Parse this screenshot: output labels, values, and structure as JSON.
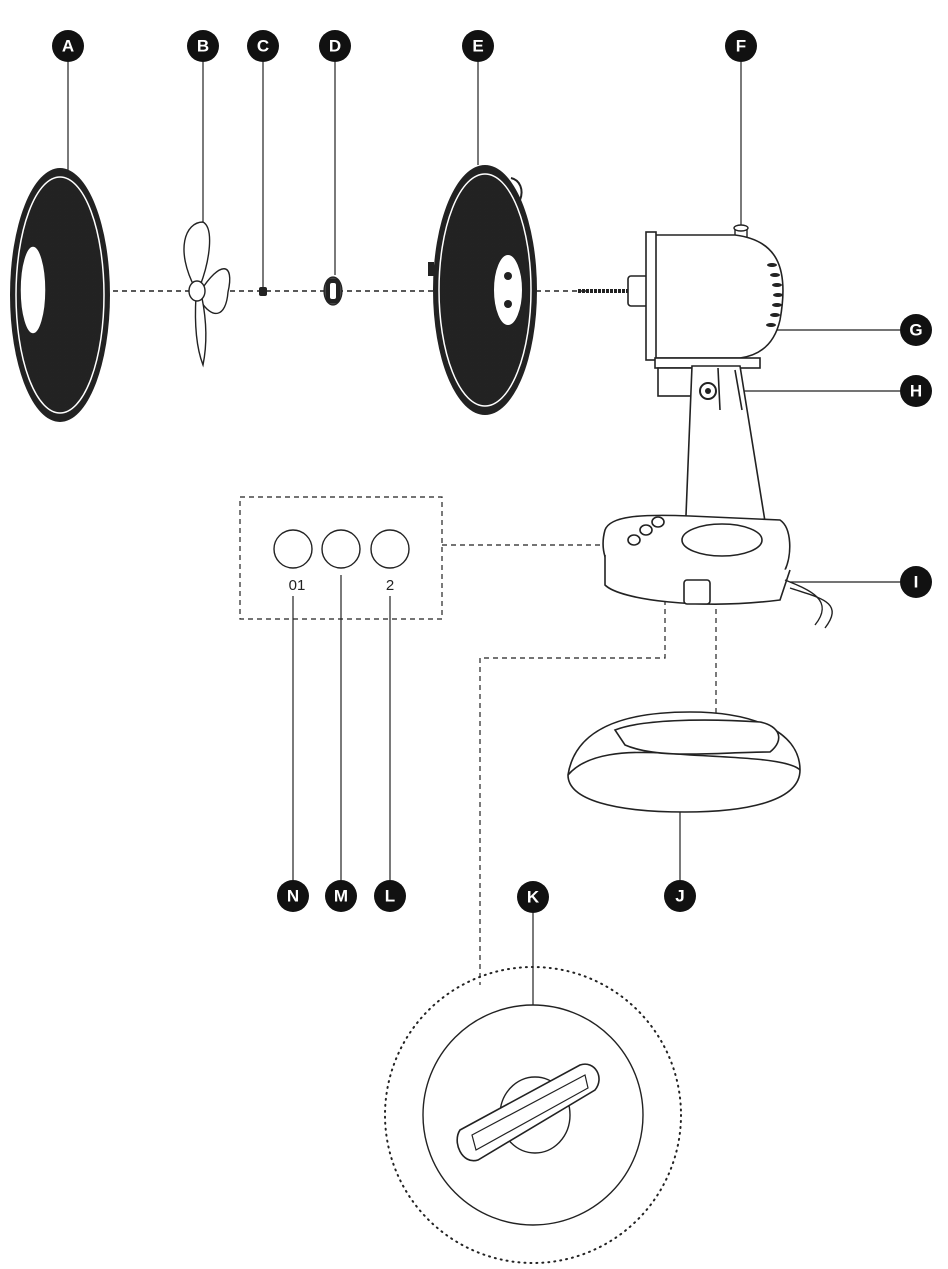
{
  "diagram": {
    "parts": [
      {
        "id": "A",
        "name": "front-grille"
      },
      {
        "id": "B",
        "name": "fan-blade"
      },
      {
        "id": "C",
        "name": "spacer"
      },
      {
        "id": "D",
        "name": "blade-cap-nut"
      },
      {
        "id": "E",
        "name": "rear-grille"
      },
      {
        "id": "F",
        "name": "oscillation-knob"
      },
      {
        "id": "G",
        "name": "motor-housing"
      },
      {
        "id": "H",
        "name": "tilt-screw"
      },
      {
        "id": "I",
        "name": "power-cord"
      },
      {
        "id": "J",
        "name": "base"
      },
      {
        "id": "K",
        "name": "base-lock-detail"
      },
      {
        "id": "L",
        "name": "speed-button-2"
      },
      {
        "id": "M",
        "name": "speed-button-1"
      },
      {
        "id": "N",
        "name": "off-button"
      }
    ],
    "knob_labels": [
      "01",
      "",
      "2"
    ]
  }
}
